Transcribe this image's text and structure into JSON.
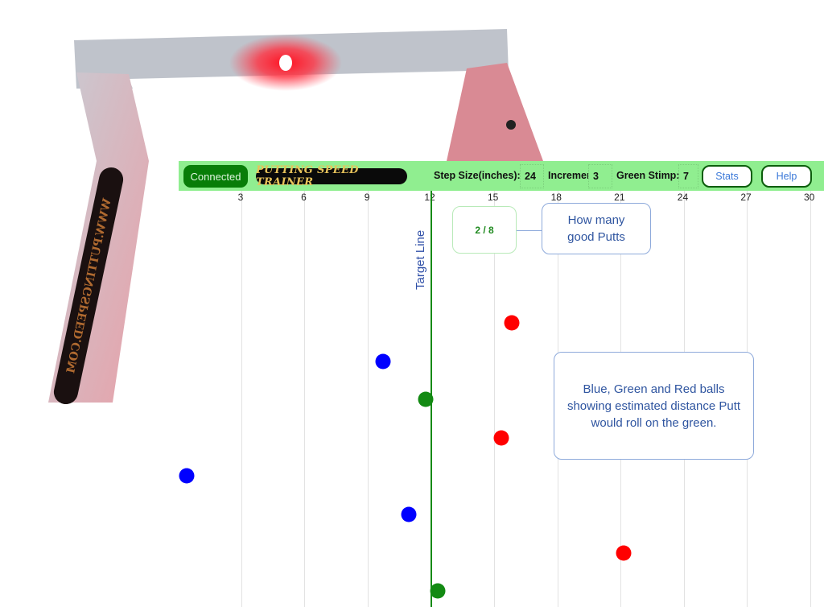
{
  "photo": {
    "label_text": "WWW.PUTTINGSPEED.COM"
  },
  "topbar": {
    "status": "Connected",
    "title": "PUTTING SPEED TRAINER",
    "step_label": "Step Size(inches):",
    "step_value": "24",
    "increment_label": "Incremer",
    "increment_value": "3",
    "stimp_label": "Green Stimp:",
    "stimp_value": "7",
    "stats_label": "Stats",
    "help_label": "Help"
  },
  "axis": {
    "ticks": [
      "3",
      "6",
      "9",
      "12",
      "15",
      "18",
      "21",
      "24",
      "27",
      "30"
    ],
    "target_label": "Target Line",
    "target_value": 12
  },
  "score": "2 / 8",
  "annotations": {
    "score_note": "How many good Putts",
    "balls_note": "Blue, Green and Red balls showing estimated distance Putt would roll on the green."
  },
  "colors": {
    "bar": "#90ee90",
    "red": "#ff0000",
    "blue": "#0000ff",
    "green": "#138a13"
  },
  "balls": [
    {
      "color": "red",
      "inches": 15.8
    },
    {
      "color": "blue",
      "inches": 9.7
    },
    {
      "color": "green",
      "inches": 11.7
    },
    {
      "color": "red",
      "inches": 15.3
    },
    {
      "color": "blue",
      "inches": 0.4
    },
    {
      "color": "blue",
      "inches": 10.9
    },
    {
      "color": "red",
      "inches": 21.1
    },
    {
      "color": "green",
      "inches": 12.3
    }
  ]
}
